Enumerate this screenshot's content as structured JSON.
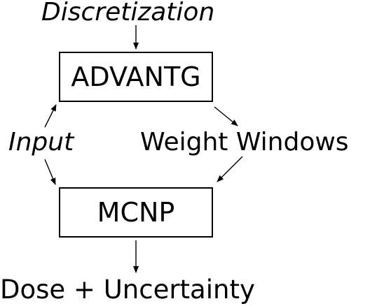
{
  "diagram": {
    "top_input": "Discretization",
    "advantg_box": "ADVANTG",
    "mcnp_box": "MCNP",
    "left_edge": "Input",
    "right_edge": "Weight Windows",
    "output": "Dose + Uncertainty"
  },
  "colors": {
    "stroke": "#000000",
    "background": "#ffffff"
  }
}
